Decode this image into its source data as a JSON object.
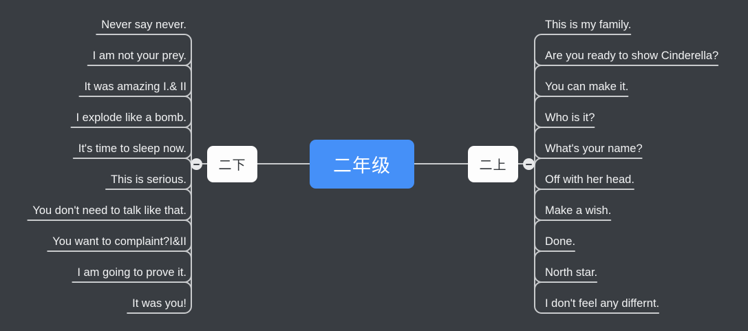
{
  "app": {
    "type": "mind-map",
    "background_color": "#393d42",
    "accent_color": "#4590f8",
    "node_color": "#fdfdfd",
    "line_color": "#c9cbcd",
    "text_color": "#f2f3f4"
  },
  "mindmap": {
    "root": {
      "label": "二年级"
    },
    "branches": [
      {
        "id": "left",
        "label": "二下",
        "side": "left",
        "toggle": {
          "name": "collapse-toggle",
          "state": "expanded",
          "glyph": "minus"
        },
        "items": [
          {
            "label": "Never say never."
          },
          {
            "label": "I am not your prey."
          },
          {
            "label": "It was amazing I.& II"
          },
          {
            "label": "I explode like a bomb."
          },
          {
            "label": "It's time to sleep now."
          },
          {
            "label": "This is serious."
          },
          {
            "label": "You don't need to talk like that."
          },
          {
            "label": "You want to complaint?I&II"
          },
          {
            "label": "I am going to prove it."
          },
          {
            "label": "It was you!"
          }
        ]
      },
      {
        "id": "right",
        "label": "二上",
        "side": "right",
        "toggle": {
          "name": "collapse-toggle",
          "state": "expanded",
          "glyph": "minus"
        },
        "items": [
          {
            "label": "This is my family."
          },
          {
            "label": "Are you ready to show Cinderella?"
          },
          {
            "label": "You can make it."
          },
          {
            "label": "Who is it?"
          },
          {
            "label": "What's your name?"
          },
          {
            "label": "Off with her head."
          },
          {
            "label": "Make a wish."
          },
          {
            "label": "Done."
          },
          {
            "label": "North star."
          },
          {
            "label": "I don't feel any differnt."
          }
        ]
      }
    ]
  }
}
